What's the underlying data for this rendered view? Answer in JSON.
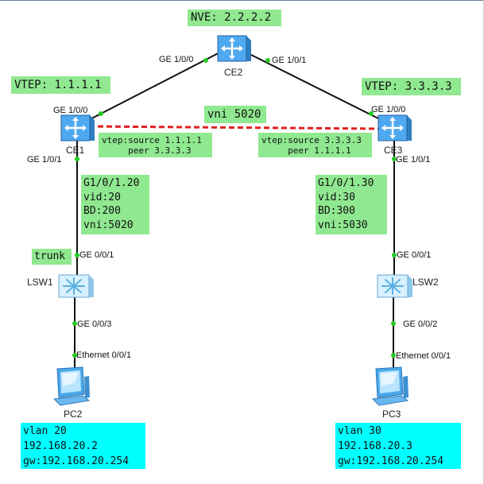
{
  "devices": {
    "ce2": {
      "name": "CE2",
      "icon": "switch-icon"
    },
    "ce1": {
      "name": "CE1",
      "icon": "switch-icon"
    },
    "ce3": {
      "name": "CE3",
      "icon": "switch-icon"
    },
    "lsw1": {
      "name": "LSW1",
      "icon": "layer2-switch-icon"
    },
    "lsw2": {
      "name": "LSW2",
      "icon": "layer2-switch-icon"
    },
    "pc2": {
      "name": "PC2",
      "icon": "pc-icon"
    },
    "pc3": {
      "name": "PC3",
      "icon": "pc-icon"
    }
  },
  "ports": {
    "ce2_left": "GE 1/0/0",
    "ce2_right": "GE 1/0/1",
    "ce1_top": "GE 1/0/0",
    "ce1_bottom": "GE 1/0/1",
    "ce3_top": "GE 1/0/0",
    "ce3_bottom": "GE 1/0/1",
    "lsw1_top": "GE 0/0/1",
    "lsw1_bottom": "GE 0/0/3",
    "lsw2_top": "GE 0/0/1",
    "lsw2_bottom": "GE 0/0/2",
    "pc2_port": "Ethernet 0/0/1",
    "pc3_port": "Ethernet 0/0/1"
  },
  "labels": {
    "nve": "NVE: 2.2.2.2",
    "vtep_left": "VTEP: 1.1.1.1",
    "vtep_right": "VTEP: 3.3.3.3",
    "vni": "vni 5020",
    "tunnel_left": [
      "vtep:source 1.1.1.1",
      "     peer 3.3.3.3"
    ],
    "tunnel_right": [
      "vtep:source 3.3.3.3",
      "     peer 1.1.1.1"
    ],
    "sub_left": [
      "G1/0/1.20",
      "vid:20",
      "BD:200",
      "vni:5020"
    ],
    "sub_right": [
      "G1/0/1.30",
      "vid:30",
      "BD:300",
      "vni:5030"
    ],
    "trunk": "trunk",
    "pc2_info": [
      "vlan 20",
      "192.168.20.2",
      "gw:192.168.20.254"
    ],
    "pc3_info": [
      "vlan 30",
      "192.168.20.3",
      "gw:192.168.20.254"
    ]
  },
  "colors": {
    "link": "#111111",
    "tunnel": "#e02020",
    "port_dot": "#22cc22",
    "label_green": "#90e890",
    "label_cyan": "#00ffff"
  }
}
